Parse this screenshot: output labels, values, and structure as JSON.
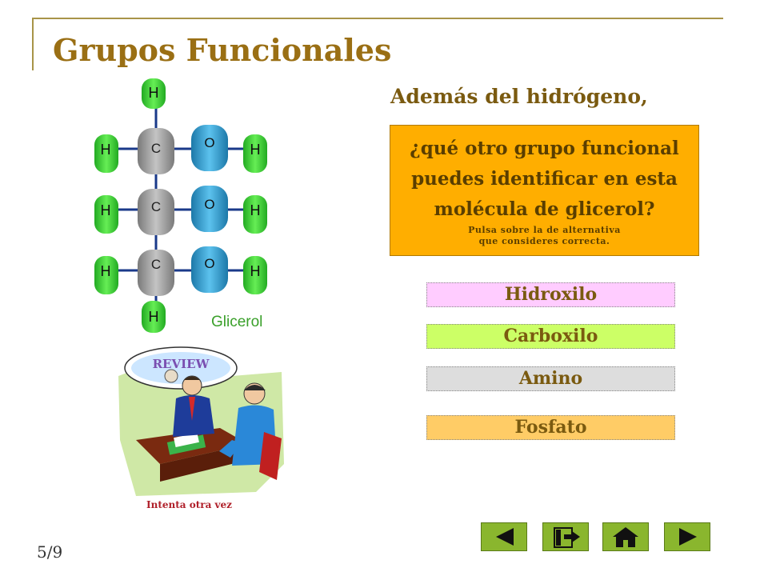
{
  "slide": {
    "title": "Grupos Funcionales",
    "subtitle": "Además del hidrógeno,",
    "question": "¿qué otro grupo funcional puedes identificar en esta molécula de glicerol?",
    "hint_line1": "Pulsa sobre la de alternativa",
    "hint_line2": "que consideres correcta.",
    "options": [
      {
        "label": "Hidroxilo",
        "color": "#ffccff"
      },
      {
        "label": "Carboxilo",
        "color": "#ccff66"
      },
      {
        "label": "Amino",
        "color": "#dddddd"
      },
      {
        "label": "Fosfato",
        "color": "#ffcc66"
      }
    ],
    "molecule_label": "Glicerol",
    "atoms": {
      "hydrogen": "H",
      "carbon": "C",
      "oxygen": "O"
    },
    "clipart_banner": "REVIEW",
    "feedback": "Intenta otra vez",
    "page_indicator": "5/9"
  },
  "nav": {
    "icons": [
      "previous-icon",
      "exit-icon",
      "home-icon",
      "next-icon"
    ],
    "color": "#8ab62e"
  },
  "colors": {
    "title": "#9a6f14",
    "question_box": "#ffae00",
    "hydrogen": "#33cc33",
    "carbon": "#999999",
    "oxygen": "#3399cc"
  }
}
